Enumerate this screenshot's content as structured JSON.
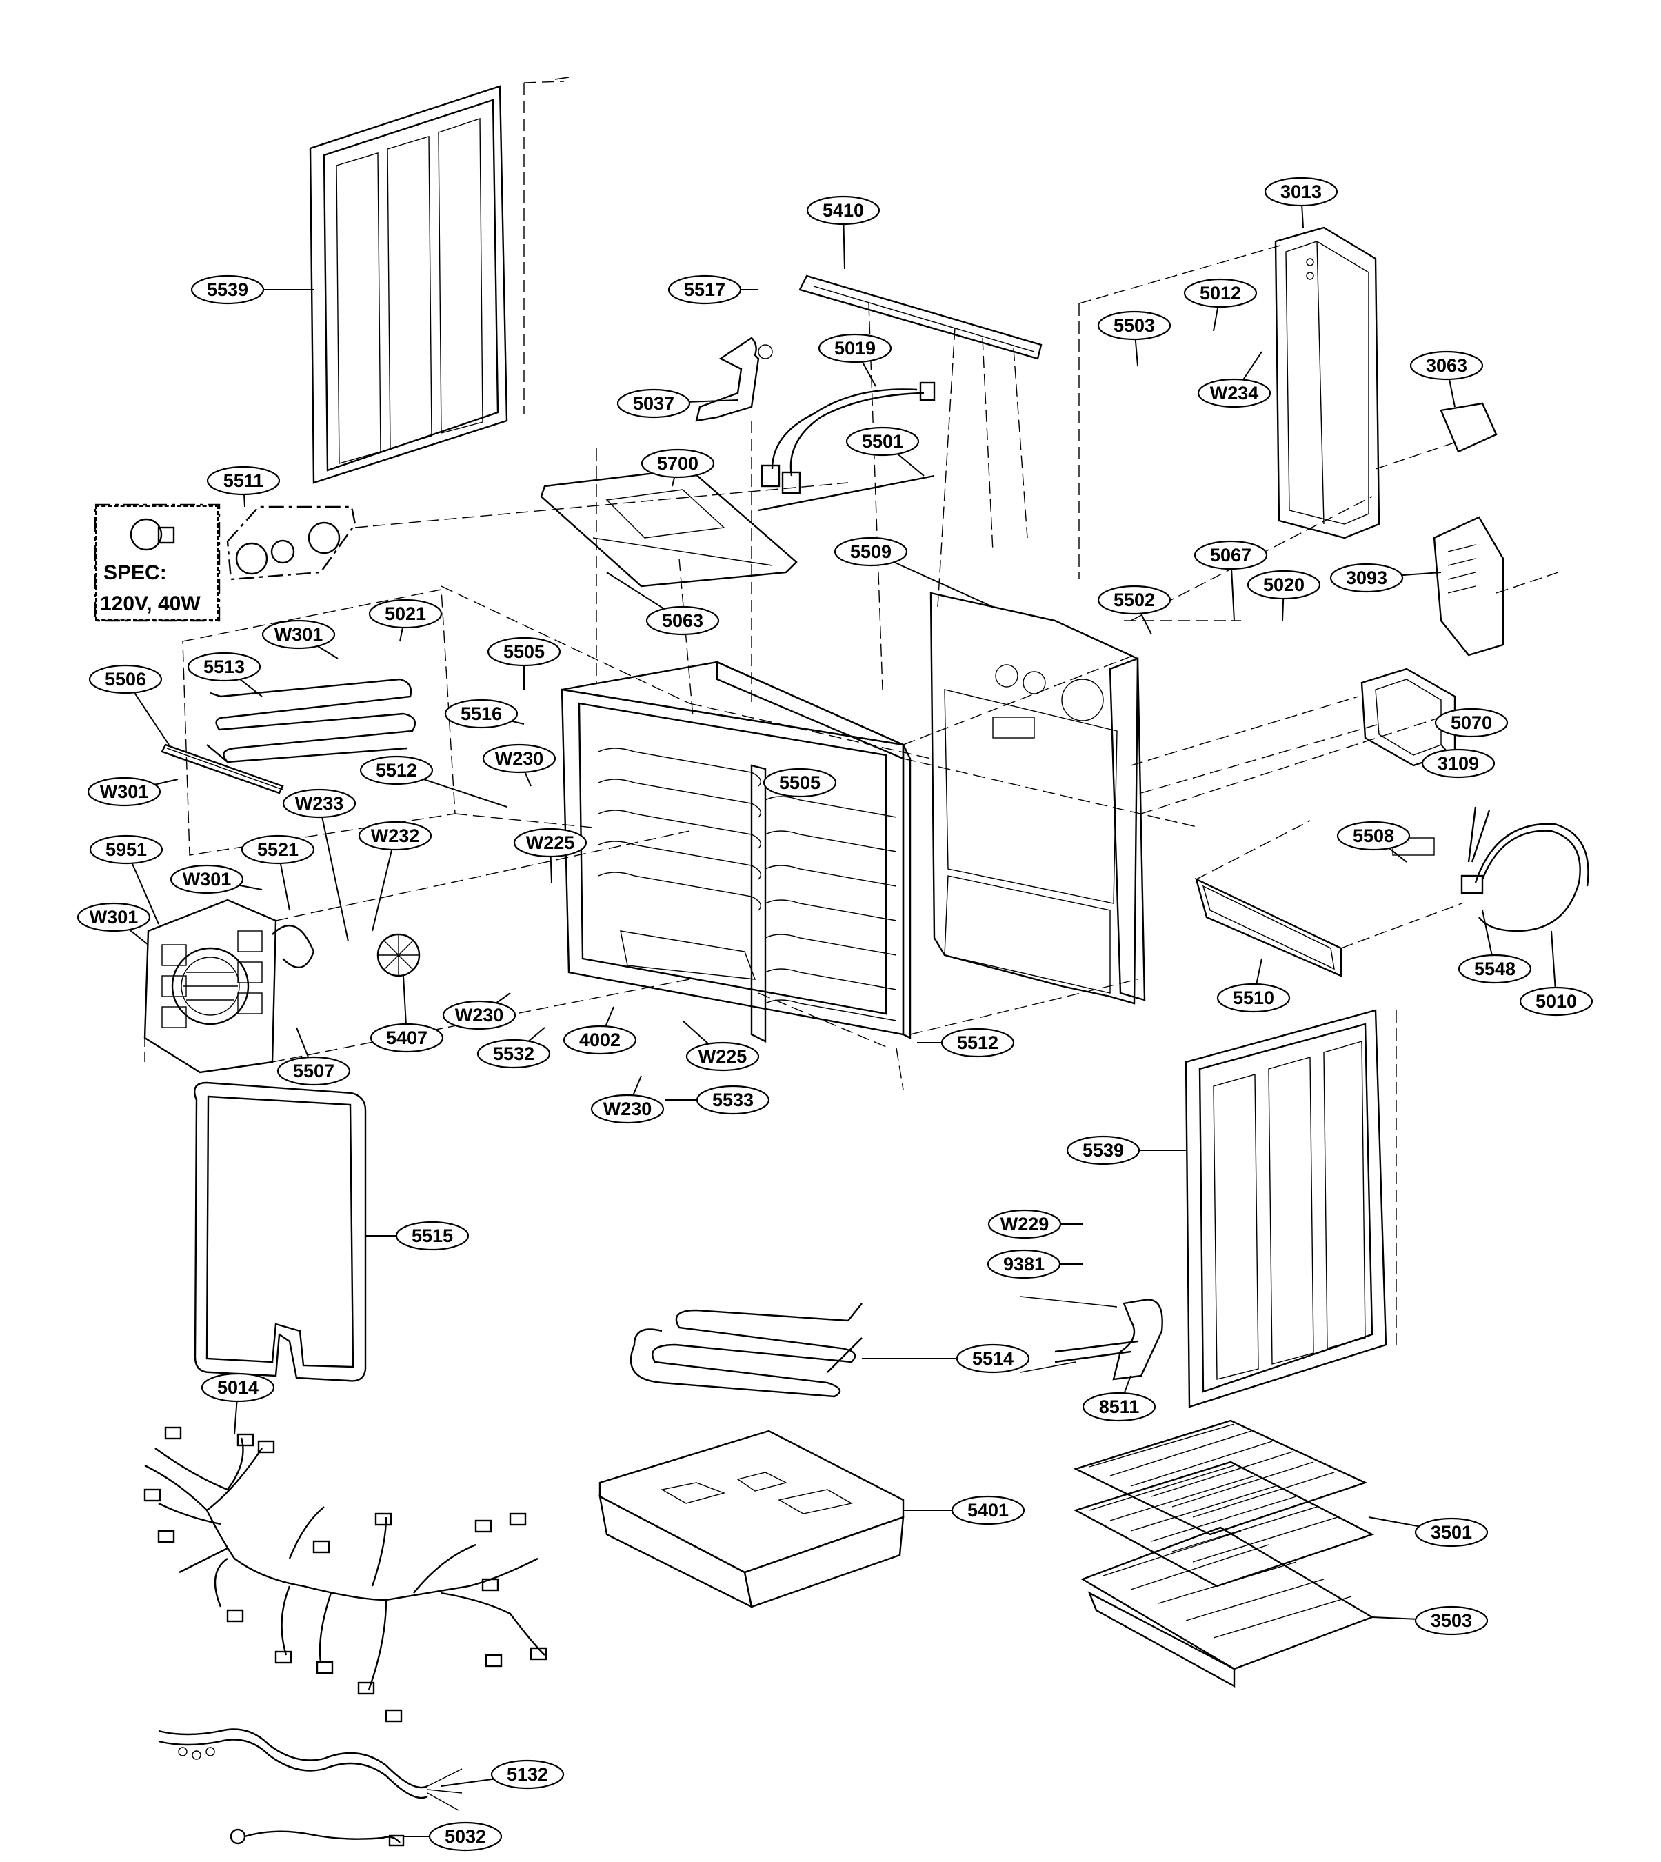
{
  "diagram": {
    "spec_box": {
      "line1": "SPEC:",
      "line2": "120V, 40W"
    },
    "callouts": [
      "5539",
      "5511",
      "5506",
      "W301",
      "5513",
      "W301",
      "5021",
      "5521",
      "W301",
      "5951",
      "W301",
      "5507",
      "W233",
      "W232",
      "5407",
      "5512",
      "5505",
      "5516",
      "W230",
      "W225",
      "W230",
      "5532",
      "4002",
      "W225",
      "W230",
      "5533",
      "5063",
      "5700",
      "5037",
      "5517",
      "5019",
      "5410",
      "5501",
      "5505",
      "5512",
      "5509",
      "5503",
      "5012",
      "W234",
      "3013",
      "3063",
      "5502",
      "5067",
      "5020",
      "3093",
      "5070",
      "3109",
      "5508",
      "5548",
      "5010",
      "5510",
      "5539",
      "W229",
      "9381",
      "5514",
      "8511",
      "5515",
      "5014",
      "5401",
      "3501",
      "3503",
      "5132",
      "5032"
    ]
  }
}
